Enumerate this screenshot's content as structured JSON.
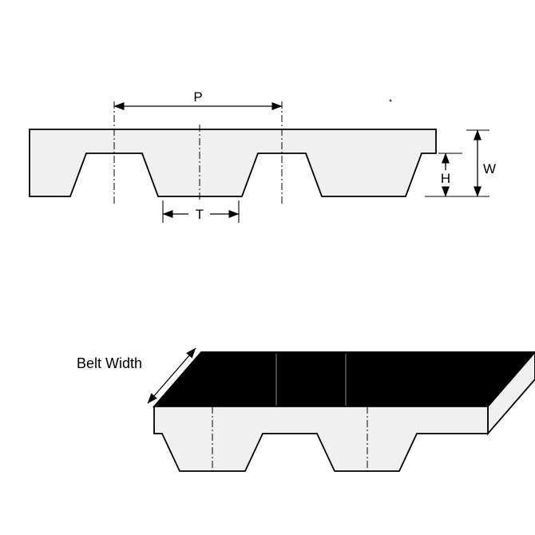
{
  "labels": {
    "pitch": "P",
    "tooth_width": "T",
    "tooth_height": "H",
    "belt_thickness": "W",
    "belt_width": "Belt Width"
  },
  "colors": {
    "background": "#ffffff",
    "belt_fill": "#f0f0f0",
    "outline": "#000000",
    "top_surface": "#000000",
    "end_face_fill": "#f0f0f0",
    "dimension": "#000000"
  }
}
